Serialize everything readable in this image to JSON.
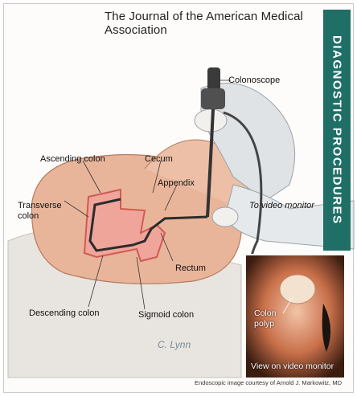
{
  "header": {
    "journal_title": "The Journal of the American Medical Association"
  },
  "side_tab": {
    "text": "DIAGNOSTIC PROCEDURES",
    "color": "#1f6f67"
  },
  "labels": {
    "colonoscope": "Colonoscope",
    "ascending_colon": "Ascending colon",
    "cecum": "Cecum",
    "appendix": "Appendix",
    "transverse_colon_1": "Transverse",
    "transverse_colon_2": "colon",
    "to_video_monitor": "To video  monitor",
    "rectum": "Rectum",
    "descending_colon": "Descending colon",
    "sigmoid_colon": "Sigmoid colon",
    "signature": "C. Lynn"
  },
  "inset": {
    "polyp_label_1": "Colon",
    "polyp_label_2": "polyp",
    "caption": "View on video monitor"
  },
  "credit": "Endoscopic image courtesy of Arnold J. Markowitz, MD"
}
